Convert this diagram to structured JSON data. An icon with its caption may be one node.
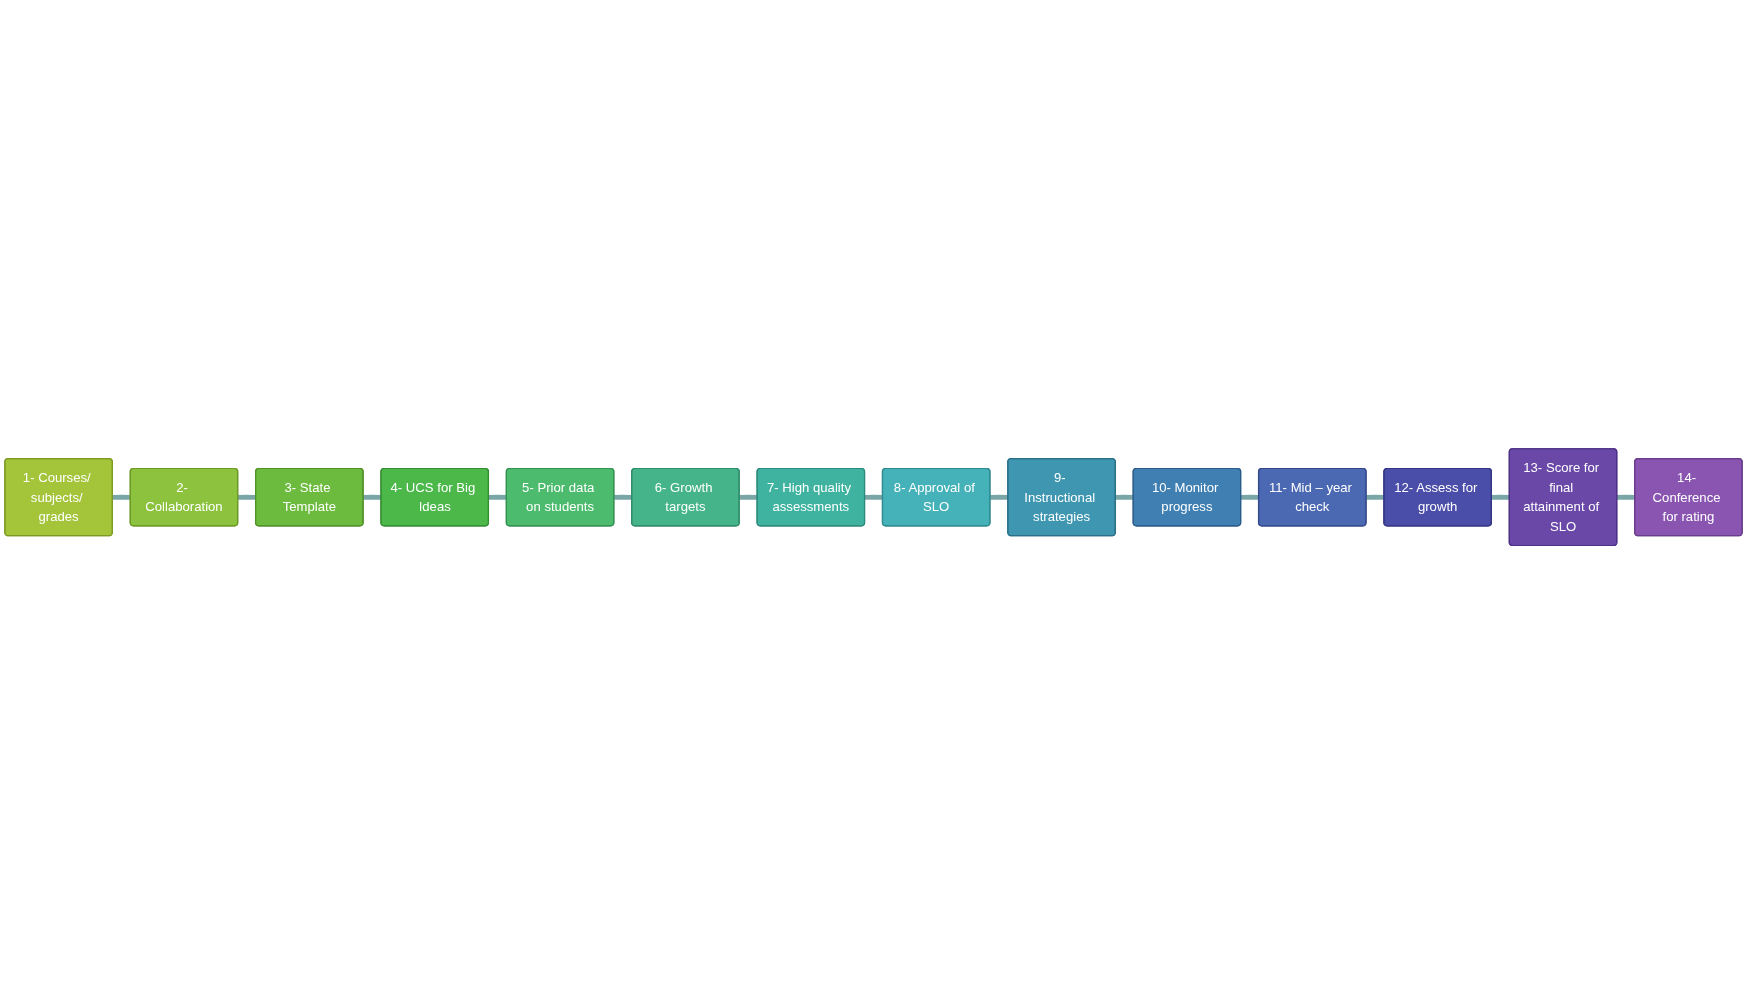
{
  "diagram": {
    "nodes": [
      {
        "text": [
          "1- Courses/ subjects/ grades"
        ]
      },
      {
        "text": [
          "2- Collaboration"
        ]
      },
      {
        "text": [
          "3- State Template"
        ]
      },
      {
        "text": [
          "4- UCS for Big Ideas"
        ]
      },
      {
        "text": [
          "5- Prior data on students"
        ]
      },
      {
        "text": [
          "6- Growth targets"
        ]
      },
      {
        "text": [
          "7- High quality assessments"
        ]
      },
      {
        "text": [
          "8- Approval of SLO"
        ]
      },
      {
        "text": [
          "9- Instructional strategies"
        ]
      },
      {
        "text": [
          "10- Monitor progress"
        ]
      },
      {
        "text": [
          "11- Mid – year check"
        ]
      },
      {
        "text": [
          "12- Assess for growth"
        ]
      },
      {
        "text": [
          "13- Score for final attainment of SLO"
        ]
      },
      {
        "text": [
          "14- Conference for rating"
        ]
      }
    ],
    "edges": [
      {
        "from": 0,
        "to": 1,
        "arrow": "none"
      },
      {
        "from": 1,
        "to": 2,
        "arrow": "none"
      },
      {
        "from": 2,
        "to": 3,
        "arrow": "none"
      },
      {
        "from": 3,
        "to": 4,
        "arrow": "none"
      },
      {
        "from": 4,
        "to": 5,
        "arrow": "none"
      },
      {
        "from": 5,
        "to": 6,
        "arrow": "none"
      },
      {
        "from": 6,
        "to": 7,
        "arrow": "none"
      },
      {
        "from": 7,
        "to": 8,
        "arrow": "none"
      },
      {
        "from": 8,
        "to": 9,
        "arrow": "none"
      },
      {
        "from": 9,
        "to": 10,
        "arrow": "none"
      },
      {
        "from": 10,
        "to": 11,
        "arrow": "none"
      },
      {
        "from": 11,
        "to": 12,
        "arrow": "none"
      },
      {
        "from": 12,
        "to": 13,
        "arrow": "none"
      }
    ]
  }
}
